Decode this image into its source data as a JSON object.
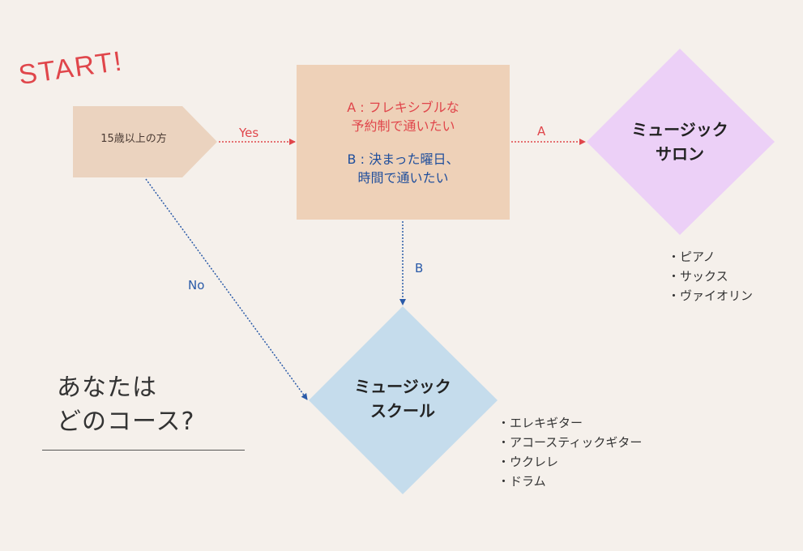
{
  "start_label": "START!",
  "nodes": {
    "start": {
      "text": "15歳以上の方"
    },
    "question": {
      "option_a_line1": "A : フレキシブルな",
      "option_a_line2": "予約制で通いたい",
      "option_b_line1": "B : 決まった曜日、",
      "option_b_line2": "時間で通いたい"
    },
    "salon": {
      "title_line1": "ミュージック",
      "title_line2": "サロン",
      "items": [
        "ピアノ",
        "サックス",
        "ヴァイオリン"
      ]
    },
    "school": {
      "title_line1": "ミュージック",
      "title_line2": "スクール",
      "items": [
        "エレキギター",
        "アコースティックギター",
        "ウクレレ",
        "ドラム"
      ]
    }
  },
  "edges": {
    "yes": "Yes",
    "no": "No",
    "a": "A",
    "b": "B"
  },
  "heading": {
    "line1": "あなたは",
    "line2": "どのコース?"
  },
  "colors": {
    "background": "#f5f0eb",
    "start_box": "#ebd3bf",
    "question_box": "#eed1b8",
    "salon_diamond": "#ecd0f7",
    "school_diamond": "#c5dcec",
    "red": "#e0464b",
    "blue": "#1f4e9c",
    "blue_arrow": "#2a5aa8"
  }
}
